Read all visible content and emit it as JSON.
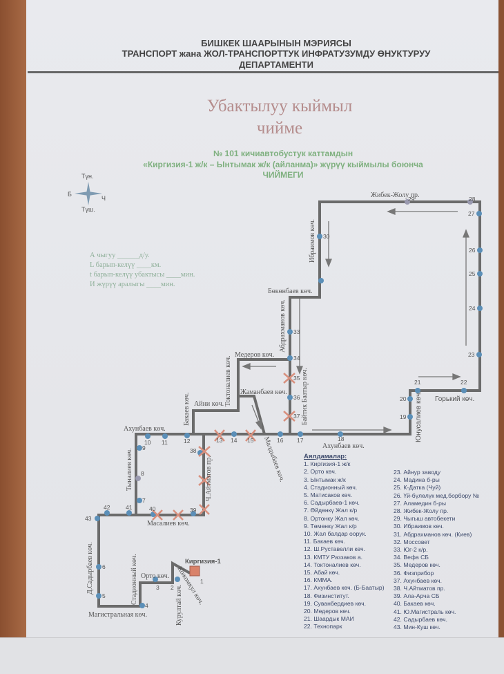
{
  "header": {
    "line1": "БИШКЕК ШААРЫНЫН МЭРИЯСЫ",
    "line2": "ТРАНСПОРТ жана ЖОЛ-ТРАНСПОРТТУК ИНФРАТУЗУМДУ ӨНУКТУРУУ",
    "line3": "ДЕПАРТАМЕНТИ"
  },
  "title": {
    "line1": "Убактылуу кыймыл",
    "line2": "чийме"
  },
  "subtitle": {
    "line1": "№ 101 кичиавтобустук каттамдын",
    "line2": "«Киргизия-1 ж/к – Ынтымак ж/к (айланма)» жүрүү кыймылы боюнча",
    "line3": "ЧИЙМЕГИ"
  },
  "compass": {
    "north": "Түн.",
    "south": "Түш.",
    "west": "Б",
    "east": "Ч"
  },
  "params": [
    "А чыгуу ______д/у.",
    "L барып-келүү ____км.",
    "t барып-келүү убактысы ____мин.",
    "И жүрүү аралыгы ____мин."
  ],
  "streets": {
    "zhibek": "Жибек-Жолу пр.",
    "ibraimov": "Ибраимов көч.",
    "bokonbaev": "Бөкөнбаев көч.",
    "abdrakhmanov": "Абдрахманов көч.",
    "medero": "Медеров көч.",
    "toktonaliev": "Токтоналиев көч.",
    "zhamanbaev": "Жаманбаев көч.",
    "aini": "Айни көч.",
    "bakaev": "Бакаев көч.",
    "akhunbaev1": "Ахунбаев көч.",
    "akhunbaev2": "Ахунбаев көч.",
    "baytik": "Байтик Баатыр көч.",
    "maldybaev": "Малдыбаев көч.",
    "tynaliev": "Тыналиев көч.",
    "aitmatov": "Ч.Айтматов пр.",
    "masaliev": "Масалиев көч.",
    "sadyrbaev": "Д.Садырбаев көч.",
    "magistral": "Магистральная көч.",
    "stadion": "Стадионный көч.",
    "orto": "Орто көч.",
    "kurultai": "Курултай көч.",
    "kozhomkul": "Кожомкул көч.",
    "gorky": "Горький көч.",
    "yunusaliev": "Юнусалиев көч.",
    "kirgizia": "Киргизия-1"
  },
  "stop_numbers": [
    "1",
    "2",
    "3",
    "4",
    "5",
    "6",
    "7",
    "8",
    "9",
    "10",
    "11",
    "12",
    "13",
    "14",
    "15",
    "16",
    "17",
    "18",
    "19",
    "20",
    "21",
    "22",
    "23",
    "24",
    "25",
    "26",
    "27",
    "28",
    "29",
    "30",
    "33",
    "34",
    "35",
    "36",
    "37",
    "38",
    "39",
    "40",
    "41",
    "42",
    "43"
  ],
  "legend": {
    "title": "Аялдамалар:",
    "col1": [
      "1. Киргизия-1 ж/к",
      "2. Орто көч.",
      "3. Ынтымак ж/к",
      "4. Стадионный көч.",
      "5. Матисаков көч.",
      "6. Садырбаев-1 көч.",
      "7. Өйдөнкү Жал к/р",
      "8. Ортонку Жал көч.",
      "9. Төмөнкү Жал к/р",
      "10. Жал балдар оорук.",
      "11. Бакаев көч.",
      "12. Ш.Руставелли көч.",
      "13. КМТУ Раззаков а.",
      "14. Токтоналиев көч.",
      "15. Абай көч.",
      "16. КММА.",
      "17. Ахунбаев көч. (Б-Баатыр)",
      "18. Физинститут.",
      "19. Суванбердиев көч.",
      "20. Медеров көч.",
      "21. Шаардык МАИ",
      "22. Технопарк"
    ],
    "col2": [
      "23. Айнур заводу",
      "24. Мадина б-ры",
      "25. К-Датка (Чуй)",
      "26. Үй-бүлөлүк мед.борбору №",
      "27. Аламедин б-ры",
      "28. Жибек-Жолу пр.",
      "29. Чыгыш автобекети",
      "30. Ибраимов көч.",
      "31. Абдрахманов көч. (Киев)",
      "32. Моссовет",
      "33. Юг-2 к/р.",
      "34. Вефа СБ",
      "35. Медеров көч.",
      "36. Физприбор",
      "37. Ахунбаев көч.",
      "38. Ч.Айтматов пр.",
      "39. Ала-Арча СБ",
      "40. Бакаев көч.",
      "41. Ю.Магистраль көч.",
      "42. Садырбаев көч.",
      "43. Мин-Куш көч."
    ]
  },
  "colors": {
    "route": "#6b6b6b",
    "stop": "#5b8fb8",
    "closed": "#d8907e",
    "depot": "#d9826a"
  }
}
